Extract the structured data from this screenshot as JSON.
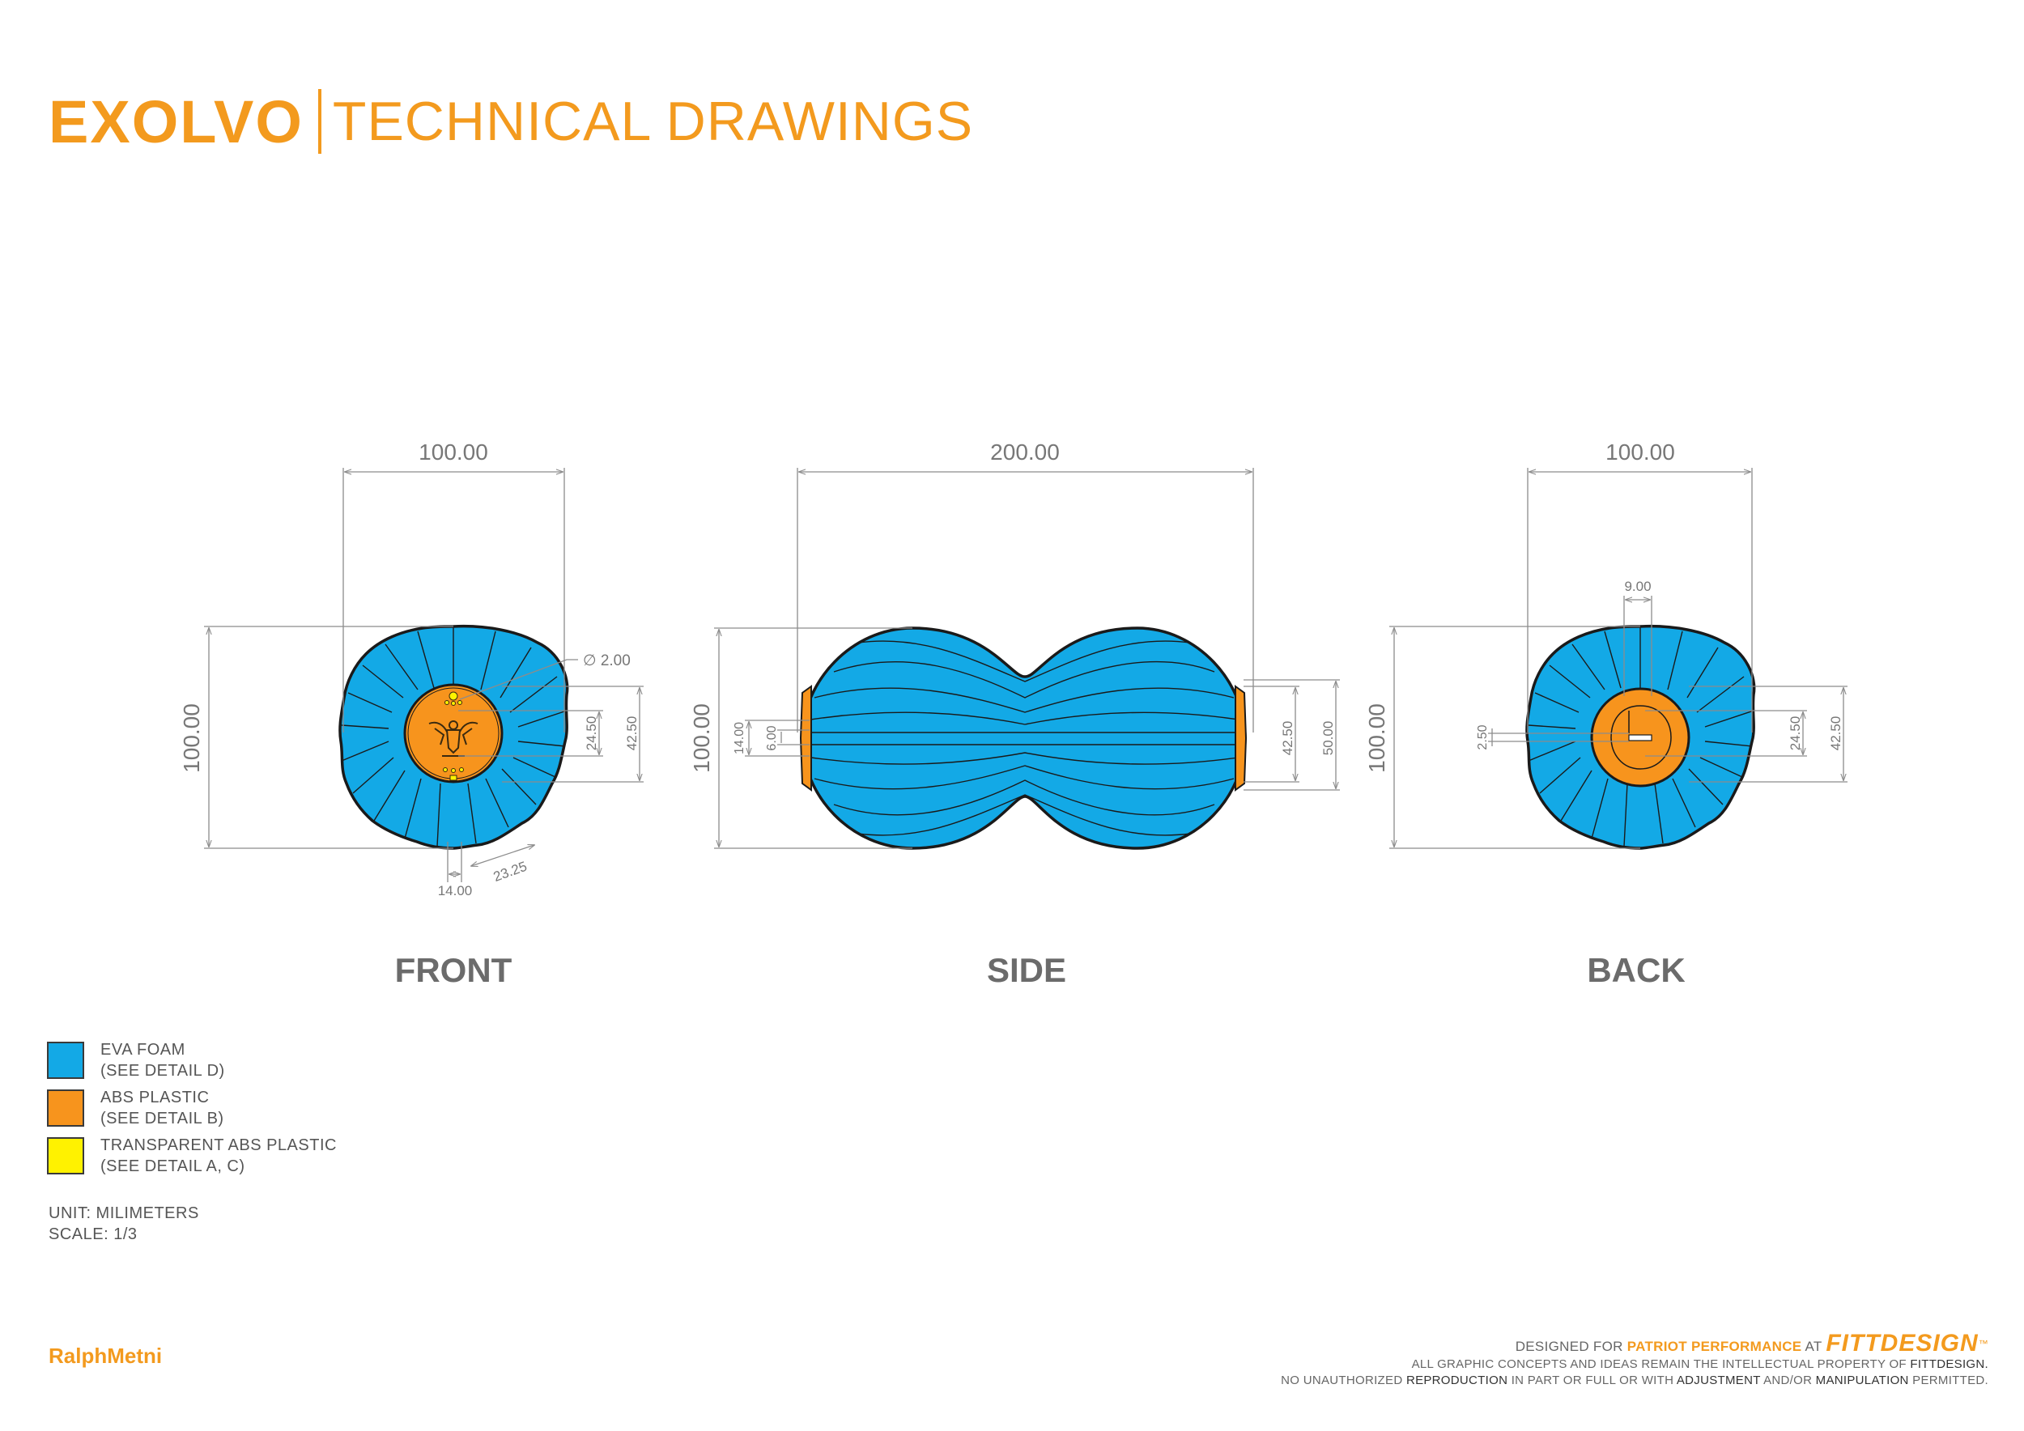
{
  "header": {
    "brand": "EXOLVO",
    "subtitle": "TECHNICAL DRAWINGS"
  },
  "views": {
    "front": {
      "label": "FRONT",
      "width": "100.00",
      "height": "100.00",
      "hole_diameter": "∅ 2.00",
      "inner_dim": "24.50",
      "outer_dim": "42.50",
      "bottom_dim_a": "14.00",
      "bottom_dim_b": "23.25"
    },
    "side": {
      "label": "SIDE",
      "width": "200.00",
      "height": "100.00",
      "left_dim_a": "14.00",
      "left_dim_b": "6.00",
      "right_dim_a": "42.50",
      "right_dim_b": "50.00"
    },
    "back": {
      "label": "BACK",
      "width": "100.00",
      "height": "100.00",
      "top_dim": "9.00",
      "slot_dim": "2.50",
      "inner_dim": "24.50",
      "outer_dim": "42.50"
    }
  },
  "legend": [
    {
      "line1": "EVA FOAM",
      "line2": "(SEE DETAIL D)",
      "color": "#13A9E6"
    },
    {
      "line1": "ABS PLASTIC",
      "line2": "(SEE DETAIL B)",
      "color": "#F7941D"
    },
    {
      "line1": "TRANSPARENT ABS PLASTIC",
      "line2": "(SEE DETAIL A, C)",
      "color": "#FFF200"
    }
  ],
  "units": {
    "unit": "UNIT: MILIMETERS",
    "scale": "SCALE: 1/3"
  },
  "author": "RalphMetni",
  "footer": {
    "designed_for": "DESIGNED FOR",
    "client": "PATRIOT PERFORMANCE",
    "at": "AT",
    "logo": "FITTDESIGN",
    "tm": "™",
    "line2_a": "ALL GRAPHIC CONCEPTS AND IDEAS REMAIN THE INTELLECTUAL PROPERTY OF",
    "line2_b": "FITTDESIGN.",
    "line3_a": "NO UNAUTHORIZED",
    "line3_b": "REPRODUCTION",
    "line3_c": "IN PART OR FULL OR WITH",
    "line3_d": "ADJUSTMENT",
    "line3_e": "AND/OR",
    "line3_f": "MANIPULATION",
    "line3_g": "PERMITTED."
  },
  "colors": {
    "accent": "#F39A1E",
    "foam": "#13A9E6",
    "abs": "#F7941D",
    "transparent_abs": "#FFF200",
    "ink": "#1a1a1a",
    "dim_line": "#8c8c8c",
    "dim_text": "#777777"
  }
}
